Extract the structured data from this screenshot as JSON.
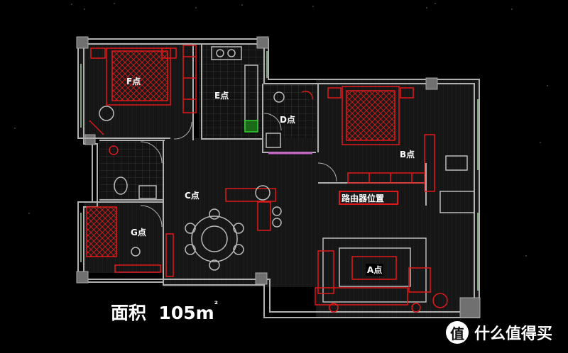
{
  "points": {
    "a": "A点",
    "b": "B点",
    "c": "C点",
    "d": "D点",
    "e": "E点",
    "f": "F点",
    "g": "G点"
  },
  "router_label": "路由器位置",
  "area": {
    "label": "面积",
    "value": "105m",
    "unit_sup": "²"
  },
  "watermark": {
    "icon_char": "值",
    "text": "什么值得买"
  },
  "colors": {
    "background": "#000000",
    "wall": "#b0b0b0",
    "furniture": "#e01818",
    "wall_fill": "#2a2a2a",
    "pillar": "#707070",
    "window": "#9ecf9e",
    "door": "#c060c0",
    "label": "#ffffff"
  },
  "icons": {
    "watermark_logo": "circle-zhi-logo"
  }
}
